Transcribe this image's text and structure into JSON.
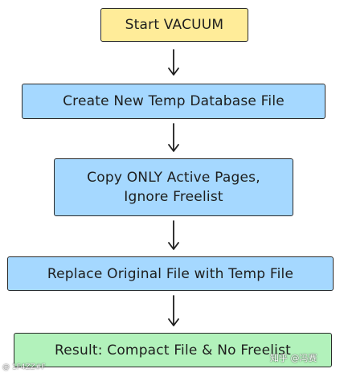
{
  "steps": [
    {
      "lines": [
        "Start VACUUM"
      ],
      "color": "#ffec99"
    },
    {
      "lines": [
        "Create New Temp Database File"
      ],
      "color": "#a5d8ff"
    },
    {
      "lines": [
        "Copy ONLY Active Pages,",
        "Ignore Freelist"
      ],
      "color": "#a5d8ff"
    },
    {
      "lines": [
        "Replace Original File with Temp File"
      ],
      "color": "#a5d8ff"
    },
    {
      "lines": [
        "Result: Compact File & No Freelist"
      ],
      "color": "#b2f2bb"
    }
  ],
  "watermarks": {
    "left": "@ 1F4ZZ#F",
    "right": "知乎 @冯赛"
  },
  "colors": {
    "stroke": "#2b2b2b"
  }
}
